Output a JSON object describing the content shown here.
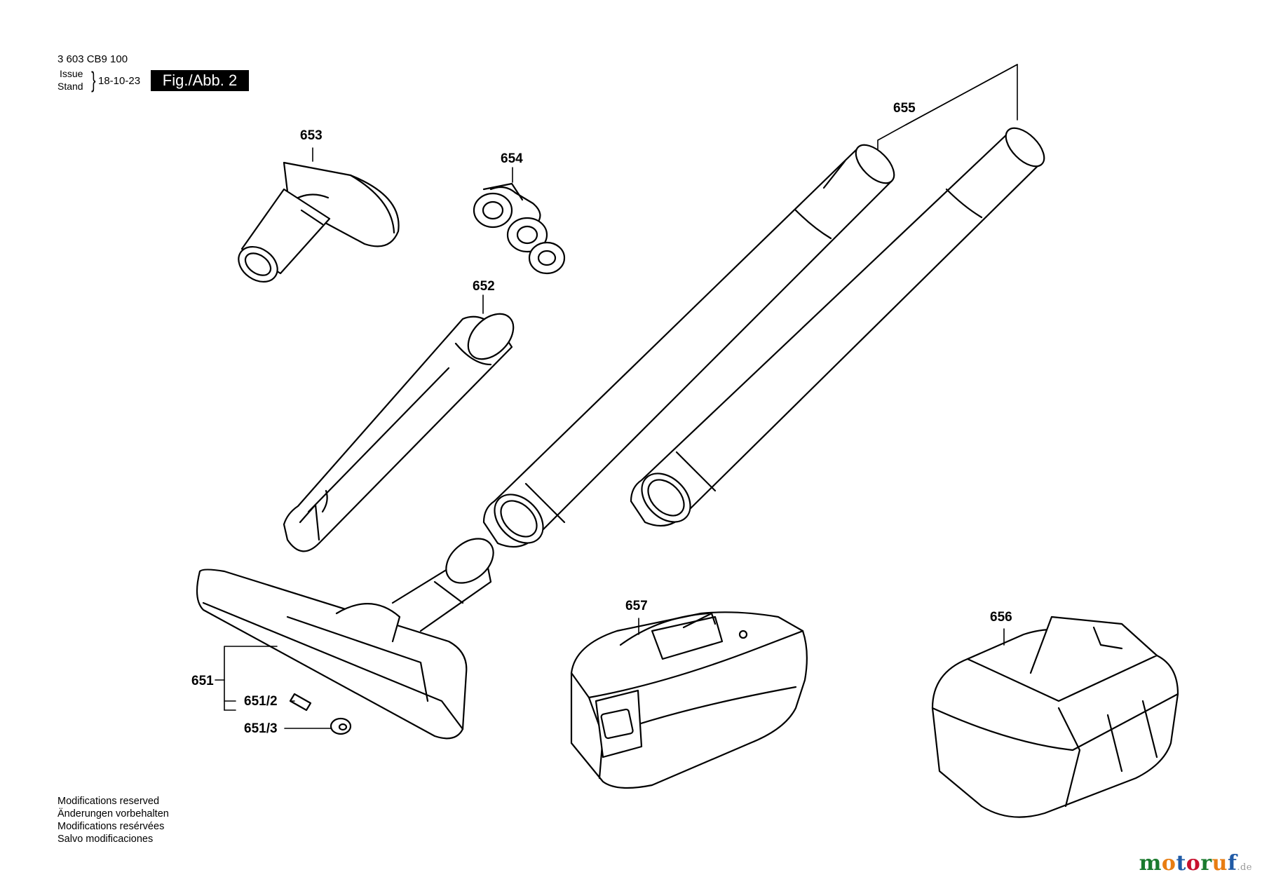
{
  "header": {
    "doc_number": "3 603 CB9 100",
    "issue_label": "Issue",
    "stand_label": "Stand",
    "date": "18-10-23",
    "figure": "Fig./Abb. 2"
  },
  "parts": {
    "p651": "651",
    "p651_2": "651/2",
    "p651_3": "651/3",
    "p652": "652",
    "p653": "653",
    "p654": "654",
    "p655": "655",
    "p656": "656",
    "p657": "657"
  },
  "notes": [
    "Modifications reserved",
    "Änderungen vorbehalten",
    "Modifications resérvées",
    "Salvo modificaciones"
  ],
  "watermark": {
    "brand": "motoruf",
    "tld": ".de",
    "colors": [
      "#1a7a2e",
      "#e87d12",
      "#1f5aa6",
      "#c8102e"
    ]
  }
}
